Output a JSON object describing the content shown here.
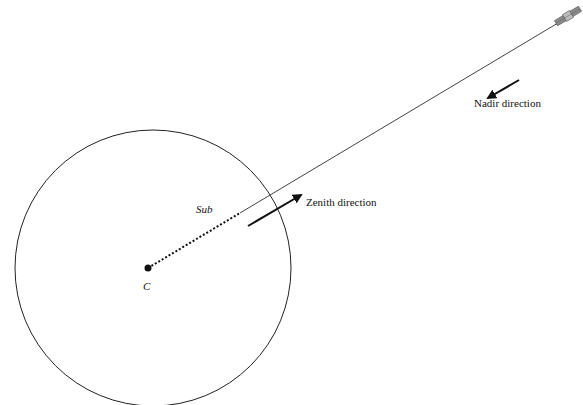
{
  "diagram": {
    "labels": [
      "Nadir direction",
      "Zenith direction",
      "Sub",
      "C"
    ]
  }
}
